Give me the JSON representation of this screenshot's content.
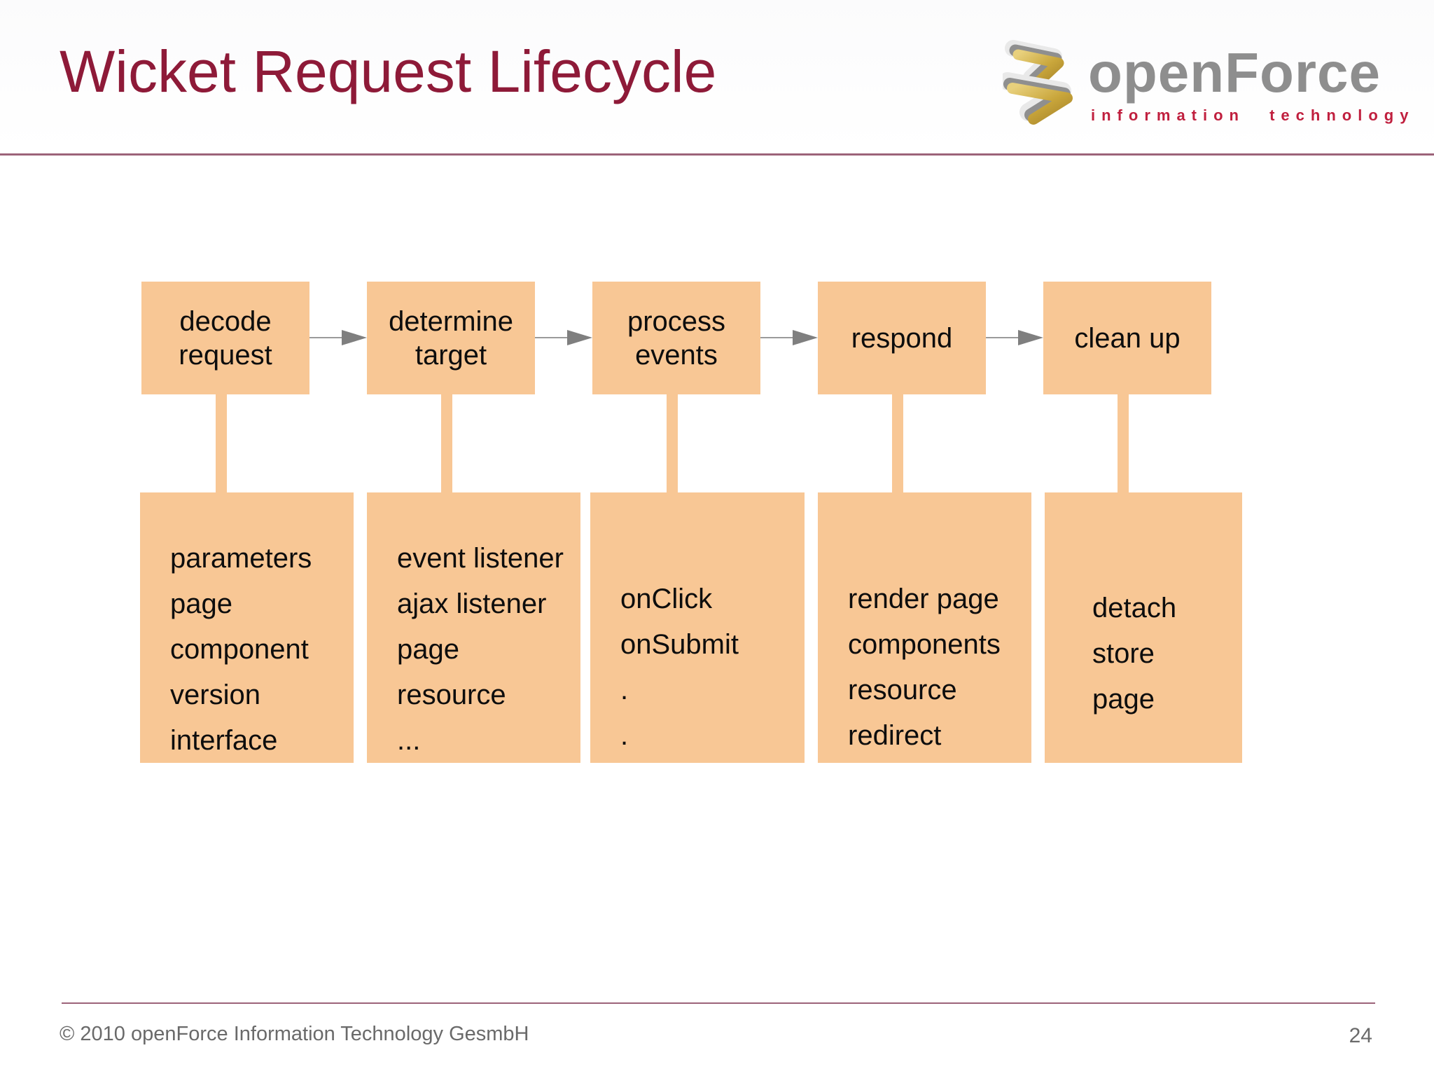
{
  "title": "Wicket Request Lifecycle",
  "logo": {
    "name": "openForce",
    "tagline": "information technology",
    "icon": "openforce-swoosh"
  },
  "colors": {
    "box_fill": "#F8C795",
    "title_color": "#8E1A38",
    "rule_color": "#9C6379",
    "footer_gray": "#6A6A6A",
    "logo_gray": "#8E8E8E",
    "logo_red": "#C01F3E",
    "arrow_line": "#9A9A9A",
    "arrow_head": "#7F7F7F",
    "box_text": "#0D0D0D"
  },
  "stages": [
    {
      "label": "decode request",
      "details": [
        "parameters",
        "page",
        "component",
        "version",
        "interface"
      ]
    },
    {
      "label": "determine target",
      "details": [
        "event listener",
        "ajax listener",
        "page",
        "resource",
        "..."
      ]
    },
    {
      "label": "process events",
      "details": [
        "onClick",
        "onSubmit",
        ".",
        "."
      ]
    },
    {
      "label": "respond",
      "details": [
        "render page",
        "components",
        "resource",
        "redirect"
      ]
    },
    {
      "label": "clean up",
      "details": [
        "detach",
        "store",
        "page"
      ]
    }
  ],
  "footer": {
    "copyright": "© 2010 openForce Information Technology GesmbH",
    "page_number": "24"
  }
}
